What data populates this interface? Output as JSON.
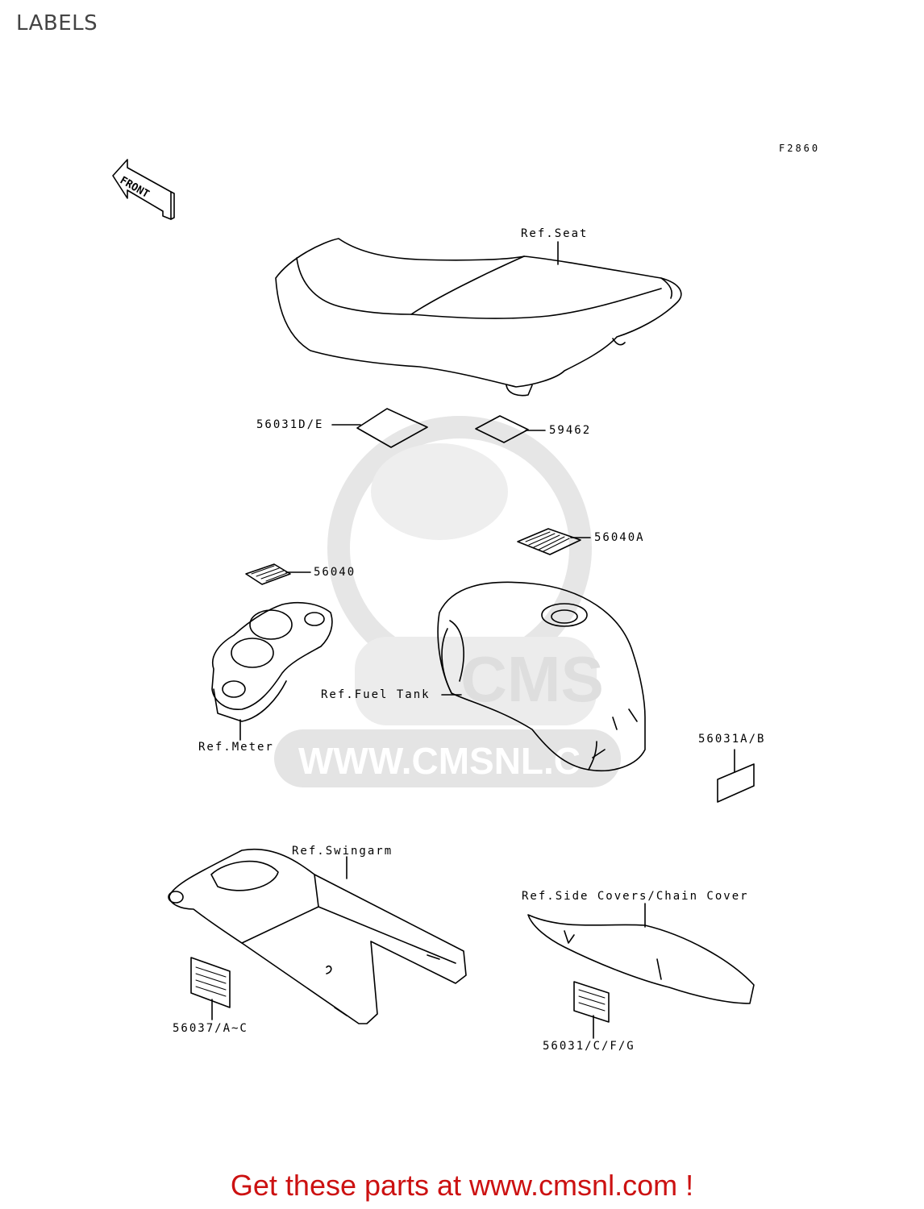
{
  "page_title": "LABELS",
  "figure_code": "F2860",
  "front_arrow_label": "FRONT",
  "watermark": {
    "text": "WWW.CMSNL.C",
    "logo_text": "CMS"
  },
  "callouts": {
    "ref_seat": "Ref.Seat",
    "part_56031DE": "56031D/E",
    "part_59462": "59462",
    "part_56040A": "56040A",
    "part_56040": "56040",
    "ref_fuel_tank": "Ref.Fuel Tank",
    "ref_meter": "Ref.Meter",
    "part_56031AB": "56031A/B",
    "ref_swingarm": "Ref.Swingarm",
    "ref_side_covers": "Ref.Side Covers/Chain Cover",
    "part_56037": "56037/A~C",
    "part_56031CFG": "56031/C/F/G"
  },
  "footer_text": "Get these parts at www.cmsnl.com !",
  "colors": {
    "footer": "#cc1111",
    "watermark": "#d9d9d9"
  }
}
